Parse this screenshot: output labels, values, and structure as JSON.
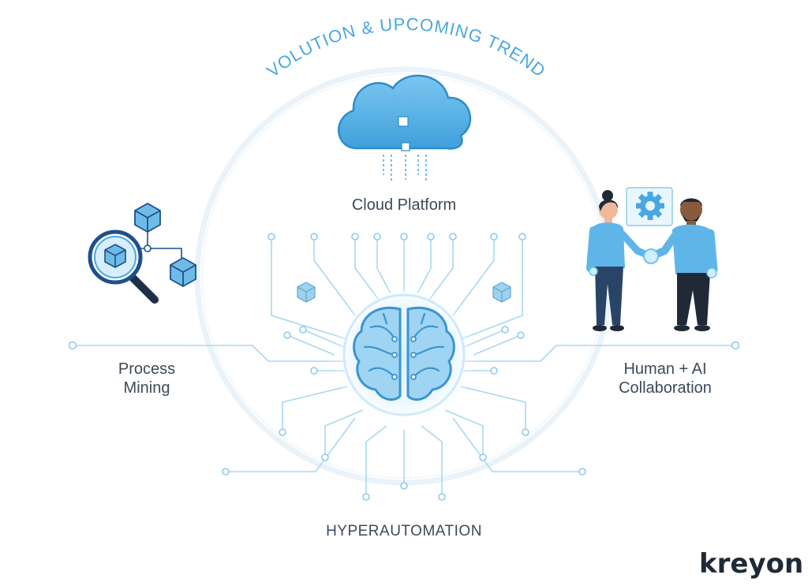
{
  "title": "EVOLUTION & UPCOMING TRENDS",
  "nodes": {
    "cloud": "Cloud Platform",
    "process_mining": [
      "Process",
      "Mining"
    ],
    "human_ai": [
      "Human + AI",
      "Collaboration"
    ],
    "center": "HYPERAUTOMATION"
  },
  "brand": "kreyon",
  "icons": {
    "top": "cloud-icon",
    "left": "magnifier-cubes-icon",
    "right": "people-handshake-gear-icon",
    "center": "brain-circuit-icon"
  },
  "colors": {
    "accent": "#4aa8e0",
    "accent_dark": "#1f4f8c",
    "line": "#a8d8f0",
    "text": "#3c4a5a",
    "brand": "#1f2a36"
  }
}
